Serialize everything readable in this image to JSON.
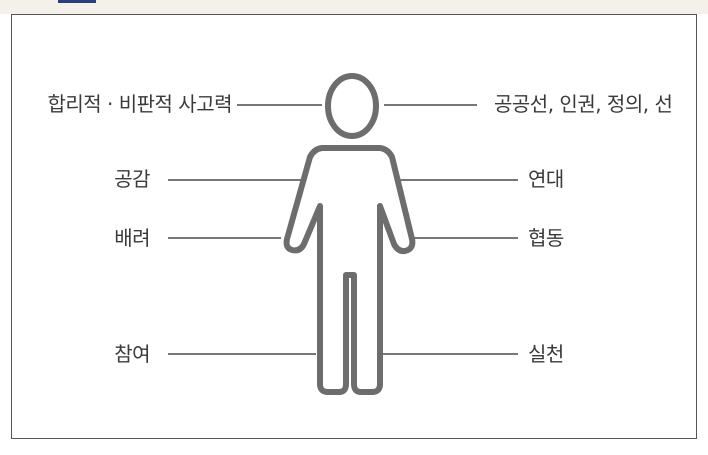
{
  "labels": {
    "left": [
      "합리적 · 비판적 사고력",
      "공감",
      "배려",
      "참여"
    ],
    "right": [
      "공공선, 인권, 정의, 선",
      "연대",
      "협동",
      "실천"
    ]
  },
  "colors": {
    "figure_stroke": "#6d6d6d",
    "line": "#4a4a4a",
    "frame": "#555555",
    "text": "#3a3a3a"
  },
  "icons": [
    "person-outline-icon"
  ]
}
